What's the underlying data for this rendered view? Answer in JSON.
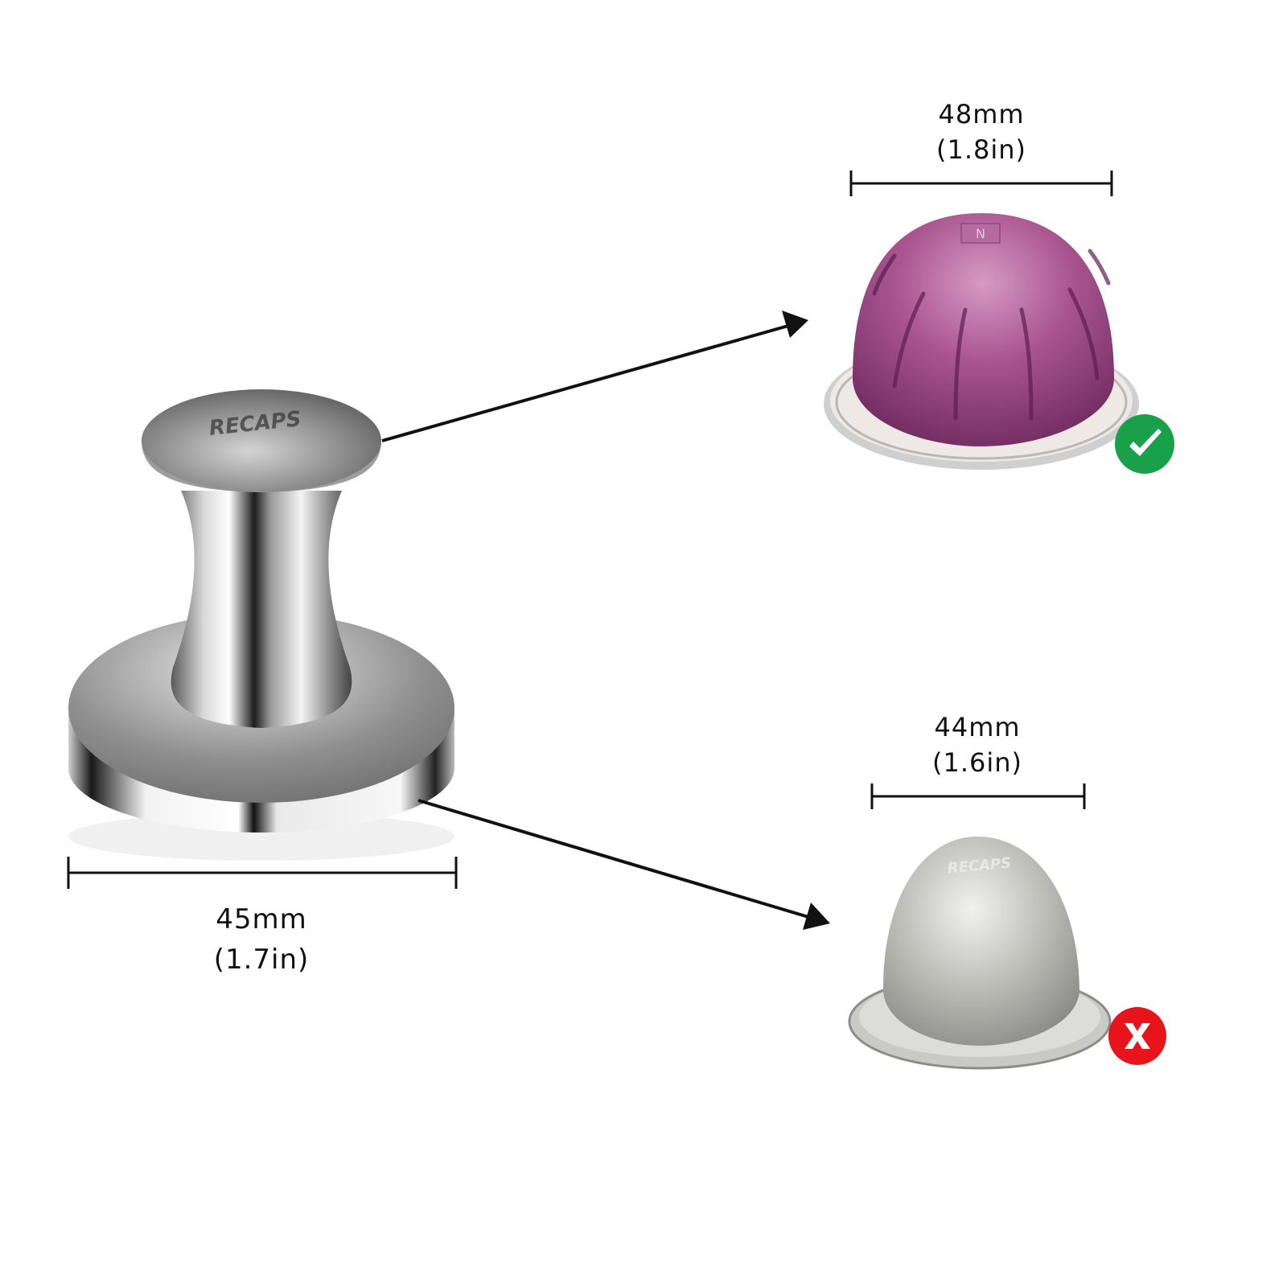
{
  "product": {
    "name": "coffee-tamper",
    "brand_engraving": "RECAPS",
    "dimension": {
      "mm": "45mm",
      "in": "(1.7in)"
    }
  },
  "comparisons": [
    {
      "name": "original-vertuo-capsule",
      "color": "#9b4a86",
      "dimension": {
        "mm": "48mm",
        "in": "(1.8in)"
      },
      "compatible": true,
      "status_icon": "check-icon",
      "status_color": "#1aa04a"
    },
    {
      "name": "stainless-reusable-capsule",
      "brand_engraving": "RECAPS",
      "color": "#b9b9b6",
      "dimension": {
        "mm": "44mm",
        "in": "(1.6in)"
      },
      "compatible": false,
      "status_icon": "x-icon",
      "status_color": "#e8141c"
    }
  ],
  "colors": {
    "background": "#ffffff",
    "lines": "#111111"
  }
}
